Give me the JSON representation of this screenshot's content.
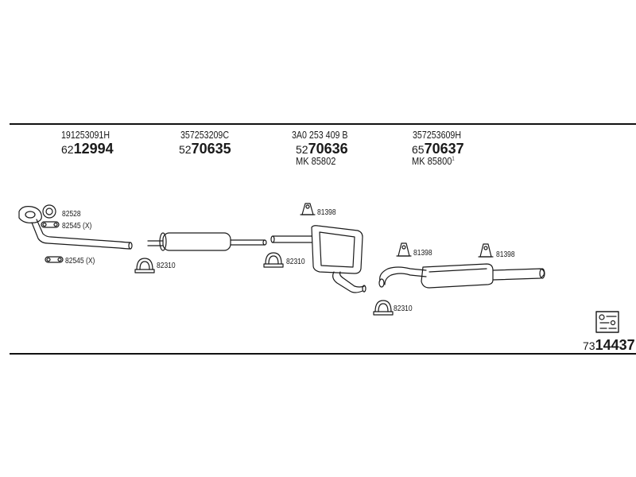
{
  "columns": [
    {
      "oem": "191253091H",
      "prefix": "62",
      "main": "12994",
      "mk": "",
      "mk_sup": ""
    },
    {
      "oem": "357253209C",
      "prefix": "52",
      "main": "70635",
      "mk": "",
      "mk_sup": ""
    },
    {
      "oem": "3A0 253 409 B",
      "prefix": "52",
      "main": "70636",
      "mk": "MK  85802",
      "mk_sup": ""
    },
    {
      "oem": "357253609H",
      "prefix": "65",
      "main": "70637",
      "mk": "MK  85800",
      "mk_sup": "1"
    }
  ],
  "refs": {
    "r1": "82528",
    "r2": "82545 (X)",
    "r3": "82545 (X)",
    "r4": "82310",
    "r5": "82310",
    "r6": "81398",
    "r7": "82310",
    "r8": "81398",
    "r9": "81398"
  },
  "set_number": {
    "prefix": "73",
    "main": "14437"
  }
}
